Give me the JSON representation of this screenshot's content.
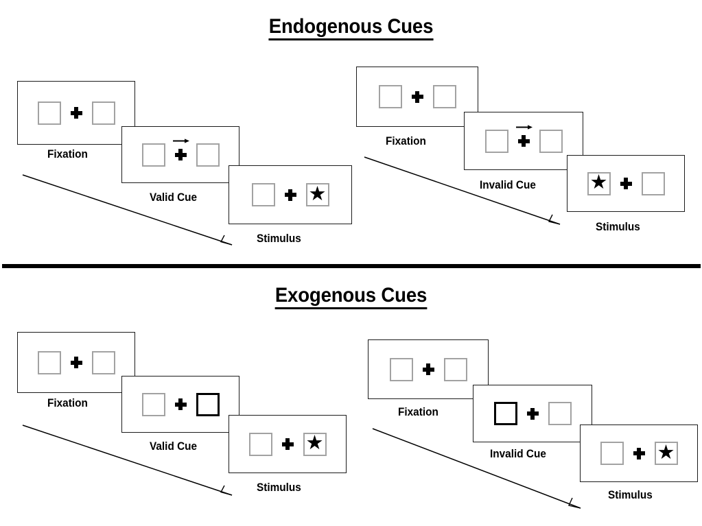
{
  "page": {
    "background": "#ffffff",
    "ink": "#000000",
    "box_border_color": "#a2a2a2",
    "cued_box_border_color": "#000000",
    "panel_border_color": "#1a1a1a"
  },
  "sections": [
    {
      "id": "endogenous",
      "title": "Endogenous Cues",
      "cue_type": "central-arrow",
      "columns": [
        {
          "id": "endogenous-valid",
          "validity": "Valid",
          "frames": [
            {
              "caption": "Fixation",
              "left_box": {
                "cued": false,
                "content": ""
              },
              "right_box": {
                "cued": false,
                "content": ""
              },
              "arrow_cue": "none"
            },
            {
              "caption": "Valid Cue",
              "left_box": {
                "cued": false,
                "content": ""
              },
              "right_box": {
                "cued": false,
                "content": ""
              },
              "arrow_cue": "right"
            },
            {
              "caption": "Stimulus",
              "left_box": {
                "cued": false,
                "content": ""
              },
              "right_box": {
                "cued": false,
                "content": "star"
              },
              "arrow_cue": "none"
            }
          ]
        },
        {
          "id": "endogenous-invalid",
          "validity": "Invalid",
          "frames": [
            {
              "caption": "Fixation",
              "left_box": {
                "cued": false,
                "content": ""
              },
              "right_box": {
                "cued": false,
                "content": ""
              },
              "arrow_cue": "none"
            },
            {
              "caption": "Invalid Cue",
              "left_box": {
                "cued": false,
                "content": ""
              },
              "right_box": {
                "cued": false,
                "content": ""
              },
              "arrow_cue": "right"
            },
            {
              "caption": "Stimulus",
              "left_box": {
                "cued": false,
                "content": "star"
              },
              "right_box": {
                "cued": false,
                "content": ""
              },
              "arrow_cue": "none"
            }
          ]
        }
      ]
    },
    {
      "id": "exogenous",
      "title": "Exogenous Cues",
      "cue_type": "peripheral-box-flash",
      "columns": [
        {
          "id": "exogenous-valid",
          "validity": "Valid",
          "frames": [
            {
              "caption": "Fixation",
              "left_box": {
                "cued": false,
                "content": ""
              },
              "right_box": {
                "cued": false,
                "content": ""
              },
              "arrow_cue": "none"
            },
            {
              "caption": "Valid Cue",
              "left_box": {
                "cued": false,
                "content": ""
              },
              "right_box": {
                "cued": true,
                "content": ""
              },
              "arrow_cue": "none"
            },
            {
              "caption": "Stimulus",
              "left_box": {
                "cued": false,
                "content": ""
              },
              "right_box": {
                "cued": false,
                "content": "star"
              },
              "arrow_cue": "none"
            }
          ]
        },
        {
          "id": "exogenous-invalid",
          "validity": "Invalid",
          "frames": [
            {
              "caption": "Fixation",
              "left_box": {
                "cued": false,
                "content": ""
              },
              "right_box": {
                "cued": false,
                "content": ""
              },
              "arrow_cue": "none"
            },
            {
              "caption": "Invalid Cue",
              "left_box": {
                "cued": true,
                "content": ""
              },
              "right_box": {
                "cued": false,
                "content": ""
              },
              "arrow_cue": "none"
            },
            {
              "caption": "Stimulus",
              "left_box": {
                "cued": false,
                "content": ""
              },
              "right_box": {
                "cued": false,
                "content": "star"
              },
              "arrow_cue": "none"
            }
          ]
        }
      ]
    }
  ],
  "glyphs": {
    "star": "★"
  },
  "flow_arrows": [
    {
      "id": "endogenous-valid-flow",
      "label": "time-progression-arrow"
    },
    {
      "id": "endogenous-invalid-flow",
      "label": "time-progression-arrow"
    },
    {
      "id": "exogenous-valid-flow",
      "label": "time-progression-arrow"
    },
    {
      "id": "exogenous-invalid-flow",
      "label": "time-progression-arrow"
    }
  ]
}
